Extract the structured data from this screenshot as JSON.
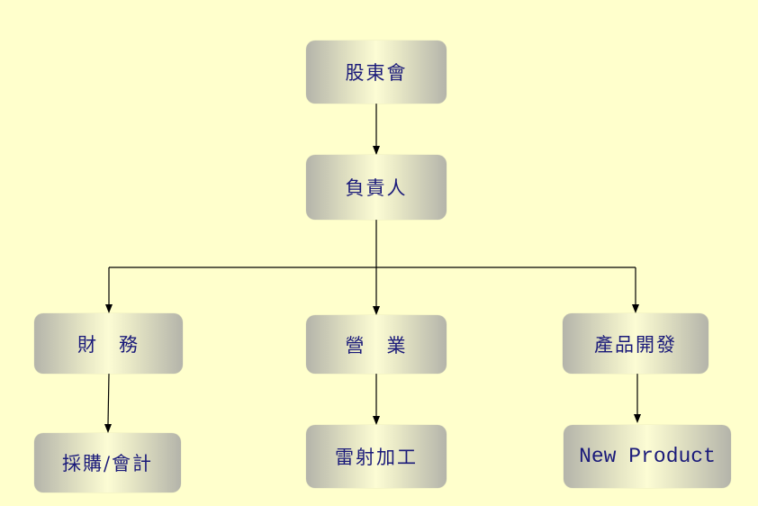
{
  "nodes": {
    "shareholders": "股東會",
    "principal": "負責人",
    "finance": "財　務",
    "sales": "營　業",
    "product_dev": "產品開發",
    "purchasing_accounting": "採購/會計",
    "laser_processing": "雷射加工",
    "new_product": "New Product"
  },
  "colors": {
    "background": "#FFFFCC",
    "text": "#1a1a7a",
    "line": "#000000"
  }
}
